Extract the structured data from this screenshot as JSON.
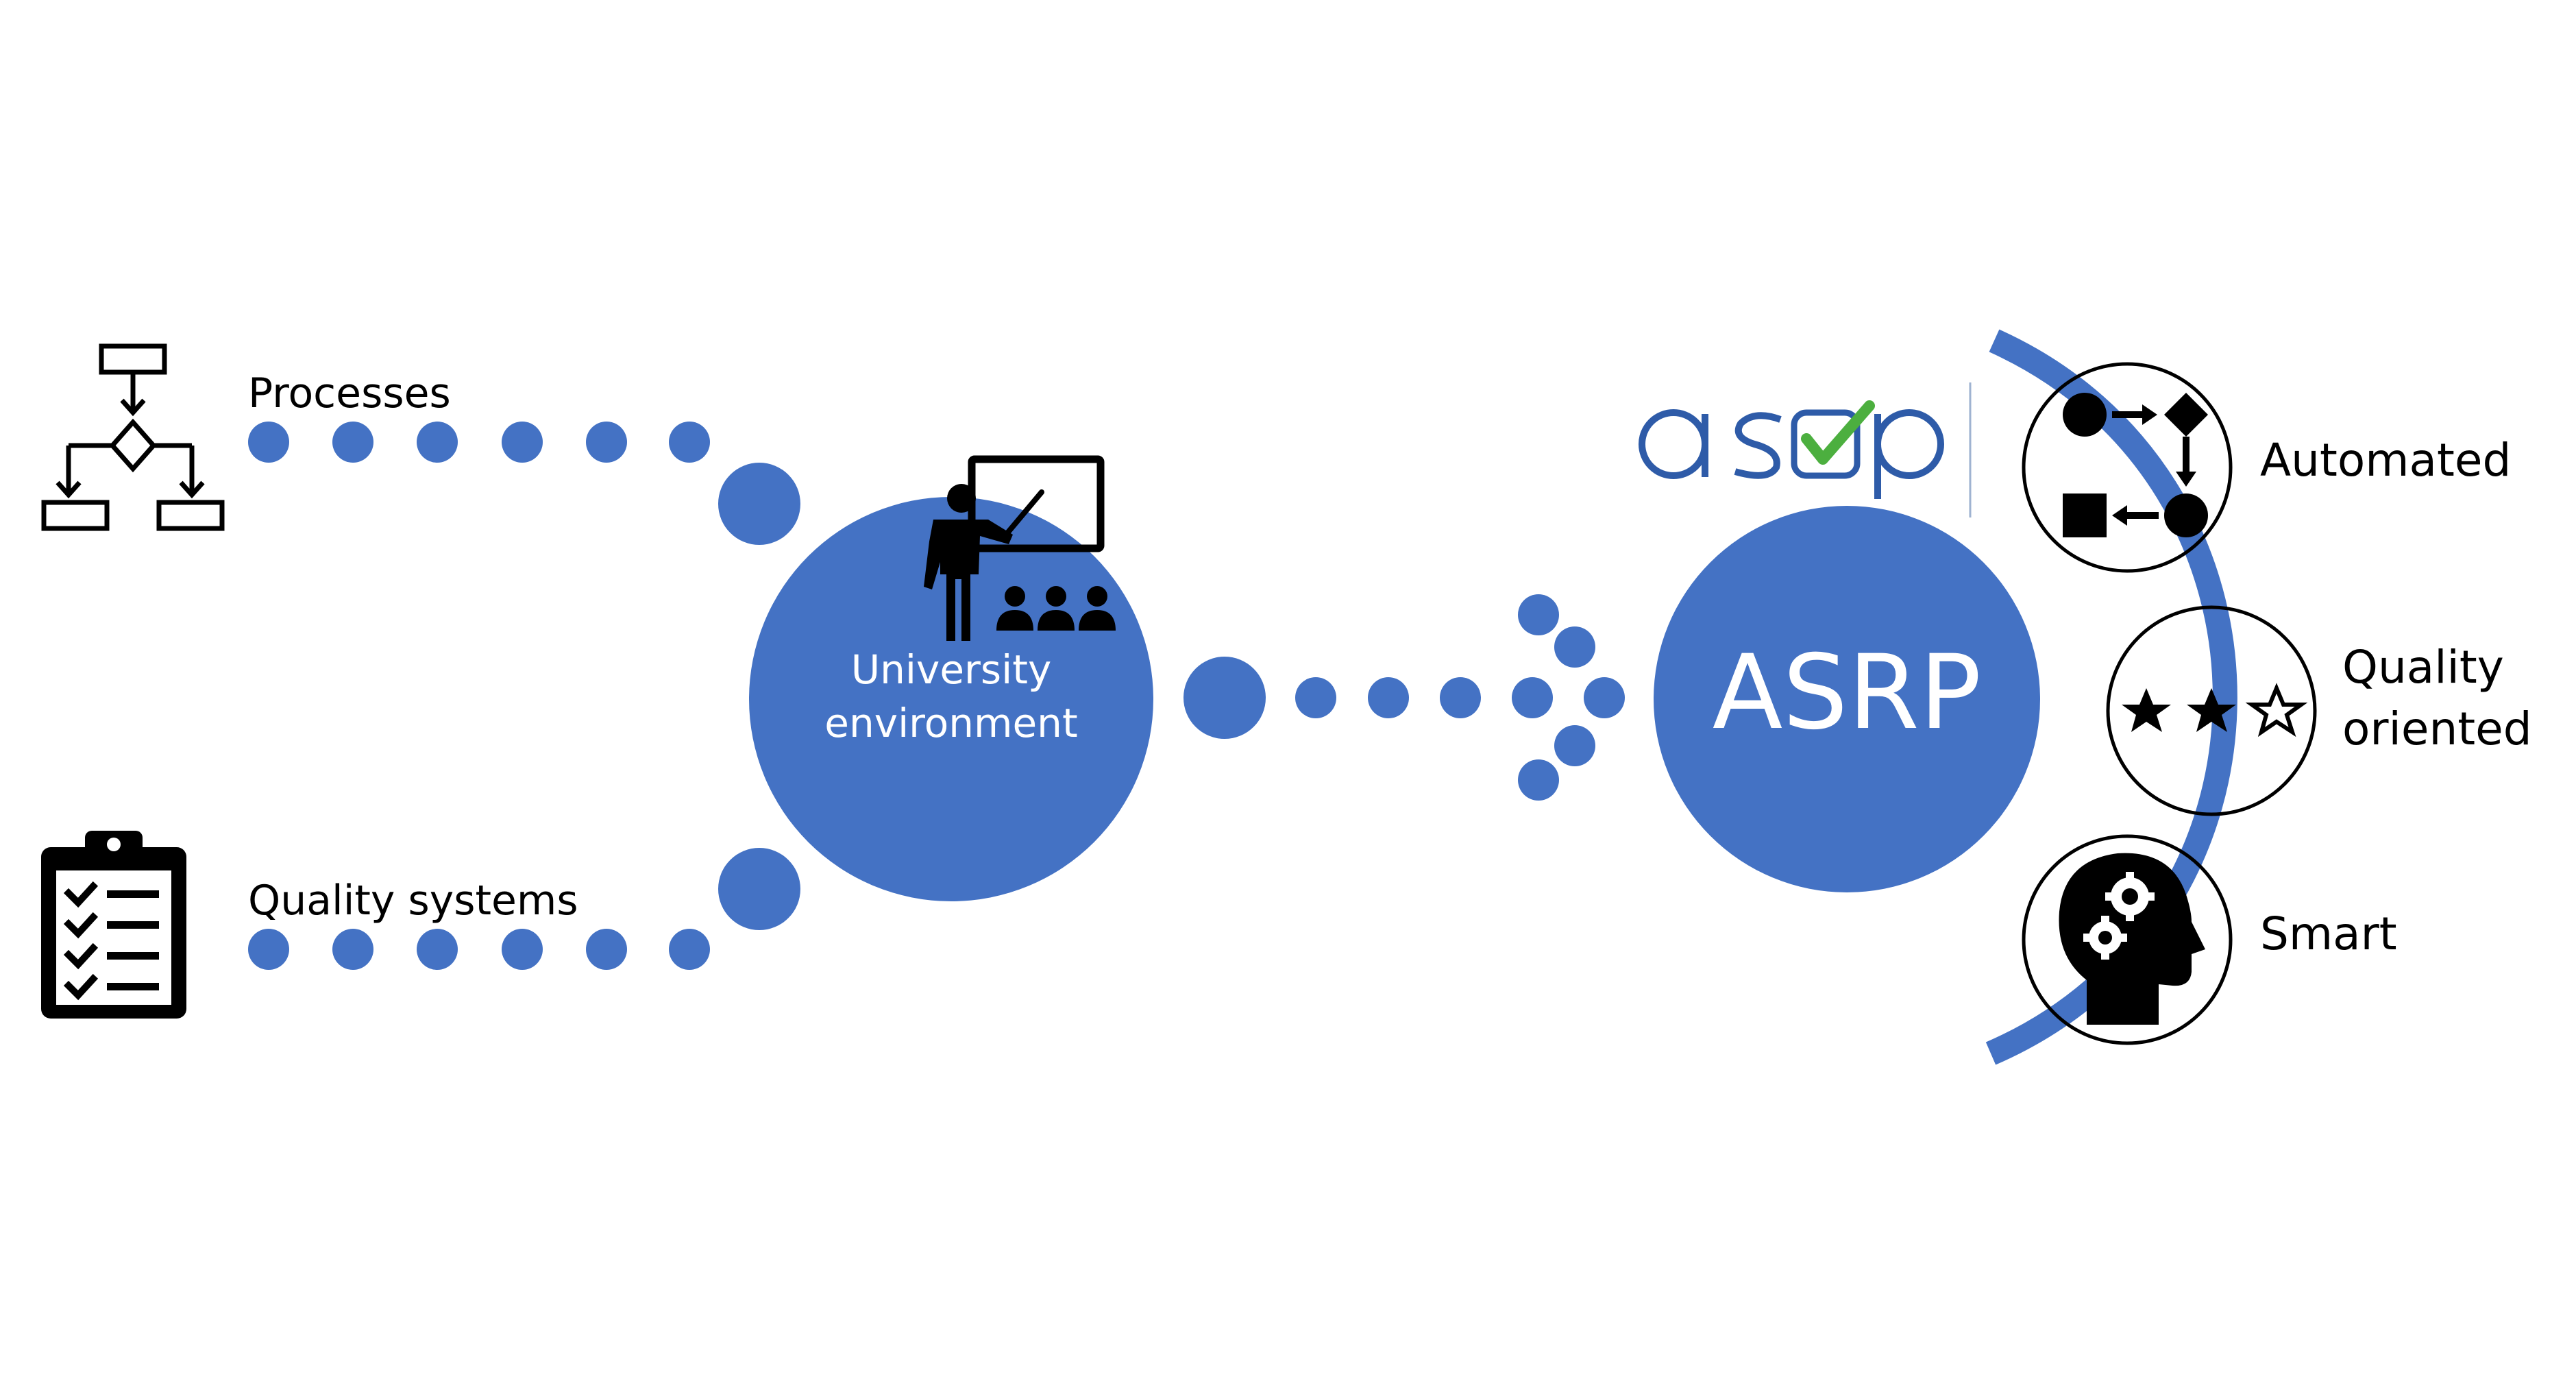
{
  "inputs": [
    {
      "label": "Processes",
      "icon": "flowchart-icon"
    },
    {
      "label": "Quality systems",
      "icon": "clipboard-checklist-icon"
    }
  ],
  "hub": {
    "label_line1": "University",
    "label_line2": "environment",
    "icon": "teacher-presentation-icon"
  },
  "product": {
    "label": "ASRP",
    "logo_text": "asvp",
    "logo_icon": "checkmark-icon"
  },
  "properties": [
    {
      "label_line1": "Automated",
      "label_line2": "",
      "icon": "workflow-shapes-icon"
    },
    {
      "label_line1": "Quality",
      "label_line2": "oriented",
      "icon": "rating-stars-icon",
      "rating": 2,
      "max_rating": 3
    },
    {
      "label_line1": "Smart",
      "label_line2": "",
      "icon": "head-gears-icon"
    }
  ],
  "colors": {
    "accent": "#4472C4",
    "logo_blue": "#2E5BA8",
    "logo_green": "#4CAF3F",
    "text": "#000000",
    "white": "#FFFFFF"
  }
}
